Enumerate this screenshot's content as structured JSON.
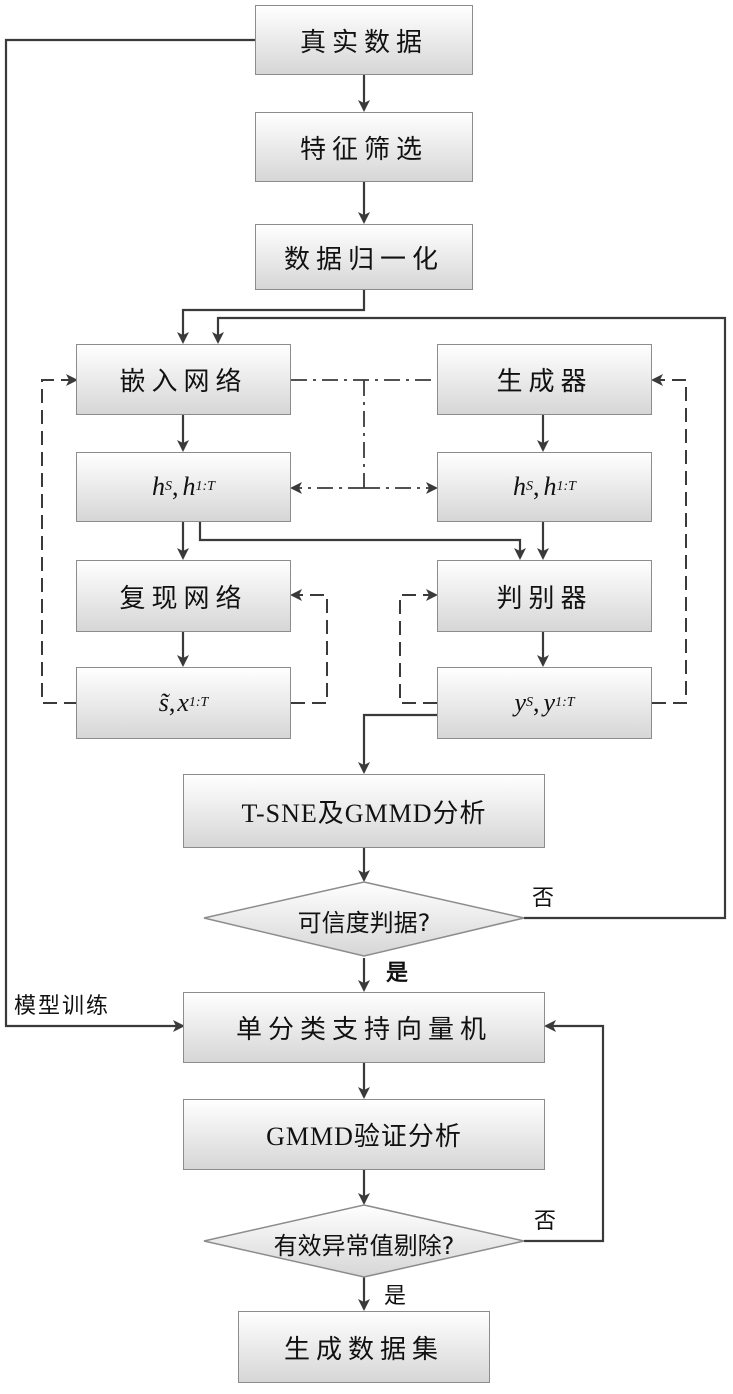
{
  "nodes": {
    "real_data": "真实数据",
    "feature_select": "特征筛选",
    "normalize": "数据归一化",
    "embed_net": "嵌入网络",
    "generator": "生成器",
    "latent_left": "h_S, h_1:T",
    "latent_right": "h_S, h_1:T",
    "recover_net": "复现网络",
    "discriminator": "判别器",
    "recon_out": "s̃, x_1:T",
    "disc_out": "y_S, y_1:T",
    "tsne": "T-SNE及GMMD分析",
    "credibility": "可信度判据?",
    "ocsvm": "单分类支持向量机",
    "gmmd_verify": "GMMD验证分析",
    "outlier": "有效异常值剔除?",
    "output": "生成数据集"
  },
  "math": {
    "h": "h",
    "S": "S",
    "one_T": "1:T",
    "s_tilde": "s̃",
    "x": "x",
    "y": "y",
    "comma": ","
  },
  "labels": {
    "no_1": "否",
    "yes_1": "是",
    "model_train": "模型训练",
    "no_2": "否",
    "yes_2": "是"
  }
}
